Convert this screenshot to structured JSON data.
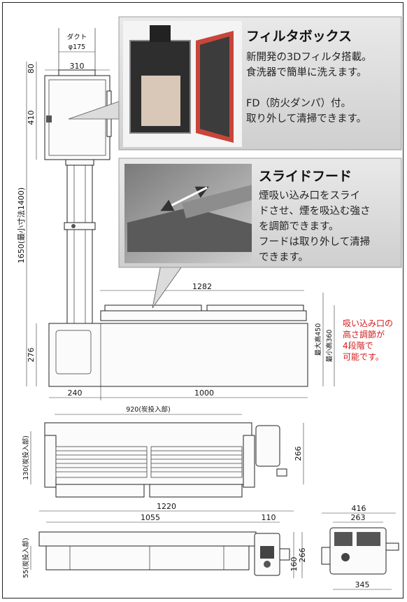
{
  "filter_box": {
    "title": "フィルタボックス",
    "lines": [
      "新開発の3Dフィルタ搭載。",
      "食洗器で簡単に洗えます。",
      "",
      "FD（防火ダンパ）付。",
      "取り外して清掃できます。"
    ]
  },
  "slide_hood": {
    "title": "スライドフード",
    "lines": [
      "煙吸い込み口をスライ",
      "ドさせ、煙を吸込む強さ",
      "を調節できます。",
      "フードは取り外して清掃",
      "できます。"
    ]
  },
  "side_note": {
    "lines": [
      "吸い込み口の",
      "高さ調節が",
      "4段階で",
      "可能です。"
    ],
    "color": "#d21a1a"
  },
  "front_view": {
    "duct_label": "ダクト",
    "duct_diameter": "φ175",
    "box_width": "310",
    "top_offset": "80",
    "box_height": "410",
    "total_height": "1650(最小寸法1400)",
    "hood_width": "1282",
    "base_height": "276",
    "max_height": "最大高450",
    "min_height": "最小高360",
    "left_width": "240",
    "right_width": "1000"
  },
  "top_view": {
    "inlet_width": "920(炭投入部)",
    "depth": "266",
    "inlet_depth": "130(炭投入部)"
  },
  "bottom_front_view": {
    "total_width": "1220",
    "body_width": "1055",
    "right_part": "110",
    "inlet_height": "55(炭投入部)",
    "height_160": "160",
    "height_266": "266"
  },
  "bottom_side_view": {
    "width_416": "416",
    "width_263": "263",
    "width_345": "345"
  }
}
